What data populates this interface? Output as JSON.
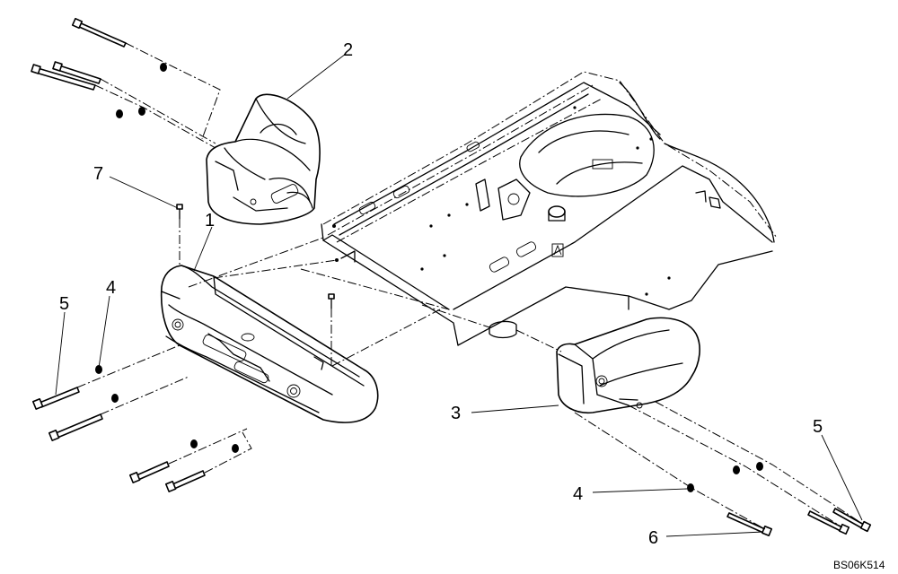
{
  "callouts": {
    "c1": "1",
    "c2": "2",
    "c3": "3",
    "c4a": "4",
    "c4b": "4",
    "c5a": "5",
    "c5b": "5",
    "c6": "6",
    "c7": "7"
  },
  "drawing_code": "BS06K514"
}
